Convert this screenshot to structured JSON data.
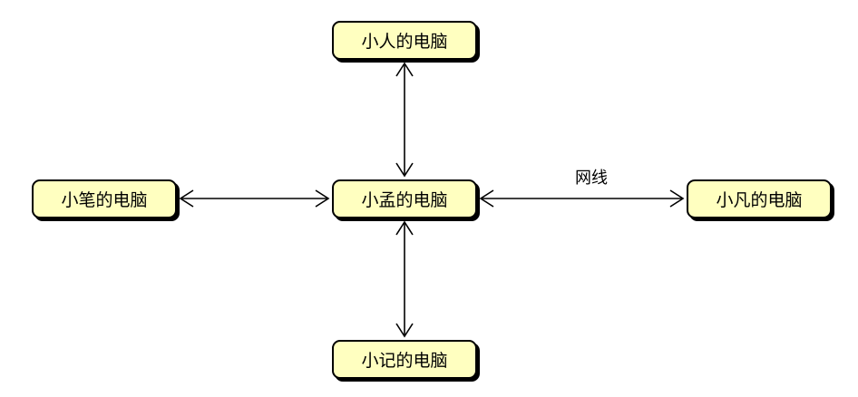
{
  "nodes": {
    "top": "小人的电脑",
    "center": "小孟的电脑",
    "left": "小笔的电脑",
    "right": "小凡的电脑",
    "bottom": "小记的电脑"
  },
  "edges": [
    {
      "from": "center",
      "to": "top",
      "arrows": "both",
      "label": ""
    },
    {
      "from": "center",
      "to": "bottom",
      "arrows": "both",
      "label": ""
    },
    {
      "from": "center",
      "to": "left",
      "arrows": "both",
      "label": ""
    },
    {
      "from": "center",
      "to": "right",
      "arrows": "both",
      "label": "网线"
    }
  ],
  "colors": {
    "node_fill": "#ffffc0",
    "node_border": "#000000",
    "line": "#000000",
    "background": "#ffffff"
  }
}
